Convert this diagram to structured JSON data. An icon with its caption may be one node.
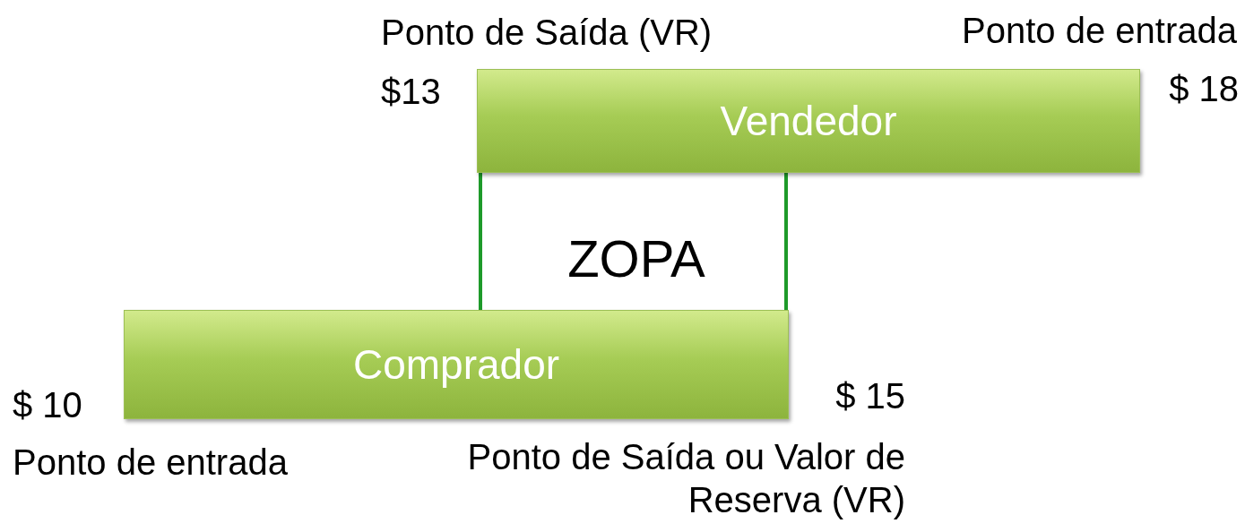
{
  "diagram": {
    "nodes": [
      {
        "text": [
          "Vendedor"
        ]
      },
      {
        "text": [
          "ZOPA"
        ]
      },
      {
        "text": [
          "Comprador"
        ]
      }
    ],
    "edges": [
      {
        "from": 0,
        "to": 2,
        "arrow": "none"
      },
      {
        "from": 0,
        "to": 2,
        "arrow": "none"
      }
    ],
    "labels": [
      "Ponto de Saída (VR)",
      "Ponto de entrada",
      "$13",
      "$ 18",
      "$ 10",
      "$ 15",
      "Ponto de entrada",
      "Ponto de Saída ou Valor de Reserva (VR)"
    ]
  }
}
